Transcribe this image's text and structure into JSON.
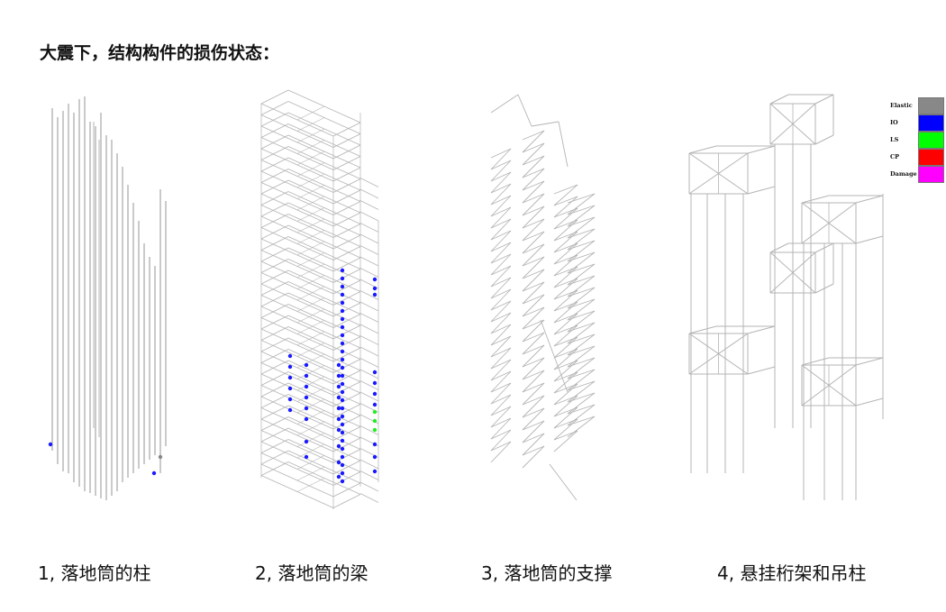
{
  "title": "大震下，结构构件的损伤状态：",
  "captions": [
    "1, 落地筒的柱",
    "2, 落地筒的梁",
    "3, 落地筒的支撑",
    "4, 悬挂桁架和吊柱"
  ],
  "legend": [
    {
      "label": "Elastic",
      "color": "#888888"
    },
    {
      "label": "IO",
      "color": "#0000ff"
    },
    {
      "label": "LS",
      "color": "#00ff00"
    },
    {
      "label": "CP",
      "color": "#ff0000"
    },
    {
      "label": "Damage",
      "color": "#ff00ff"
    }
  ],
  "colors": {
    "line": "#b4b4b4",
    "io": "#1a1aff",
    "ls": "#22ee22",
    "elastic": "#888888"
  }
}
